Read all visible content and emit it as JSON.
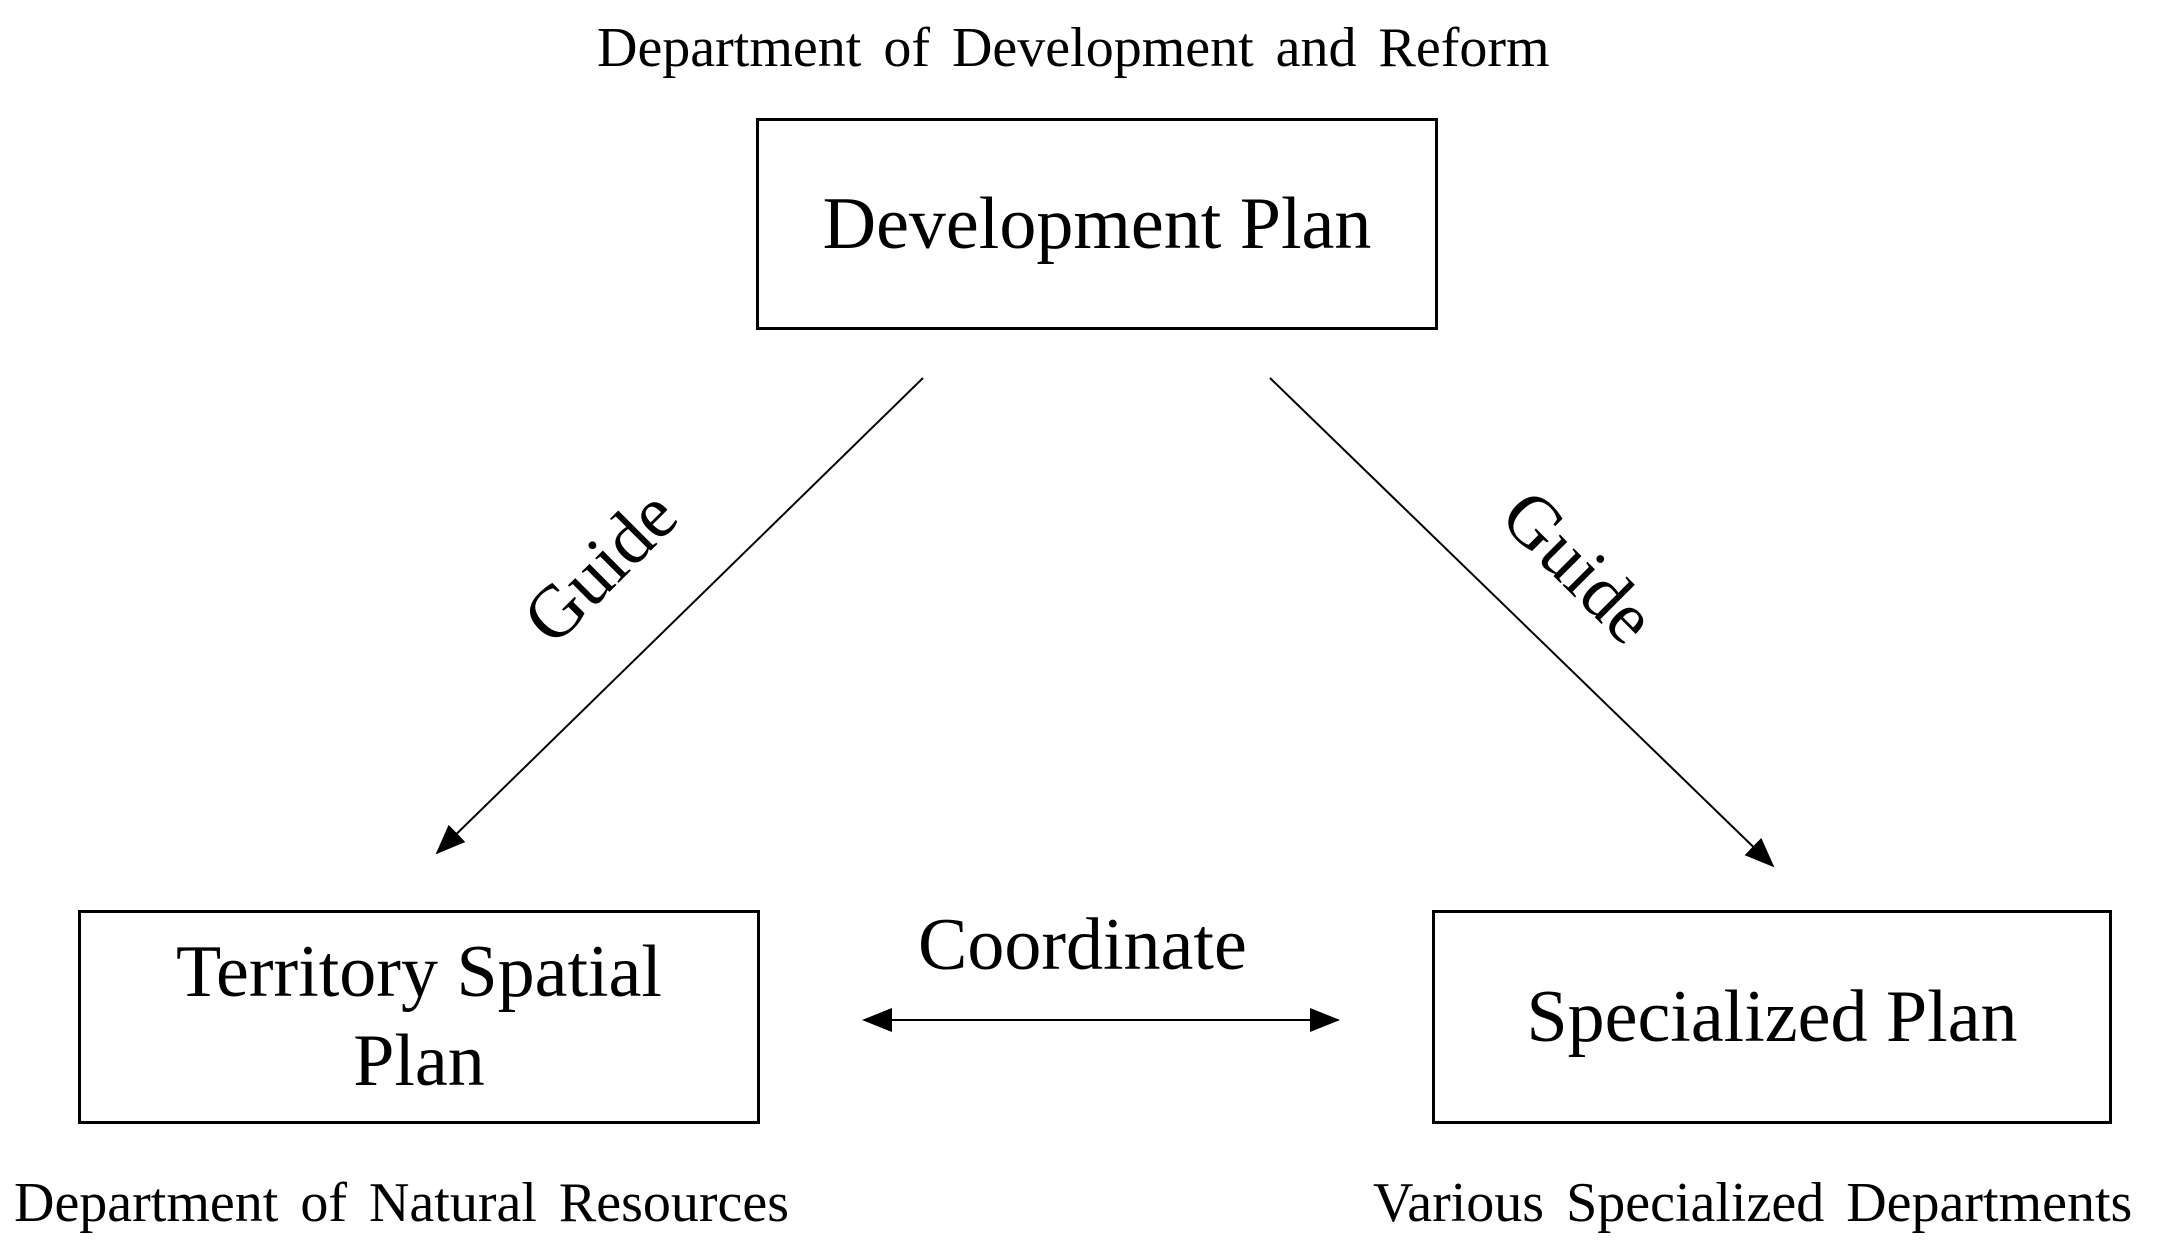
{
  "nodes": {
    "development_plan": {
      "label": "Development Plan",
      "department": "Department of Development and Reform"
    },
    "territory_spatial_plan": {
      "label_line1": "Territory Spatial",
      "label_line2": "Plan",
      "department": "Department of Natural Resources"
    },
    "specialized_plan": {
      "label": "Specialized Plan",
      "department": "Various Specialized Departments"
    }
  },
  "edges": {
    "guide_left": "Guide",
    "guide_right": "Guide",
    "coordinate": "Coordinate"
  }
}
